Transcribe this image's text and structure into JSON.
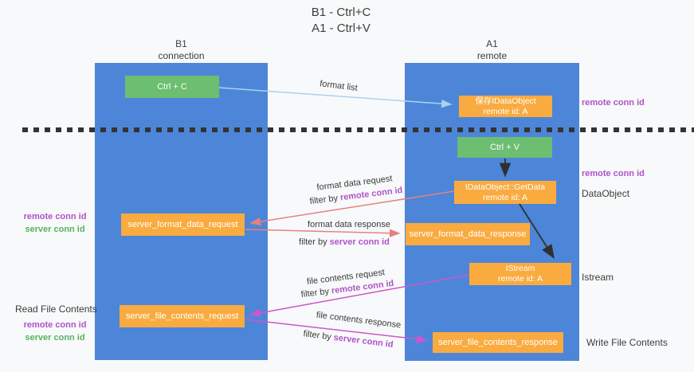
{
  "title": {
    "line1": "B1 - Ctrl+C",
    "line2": "A1 - Ctrl+V"
  },
  "lanes": {
    "left": {
      "name": "B1",
      "role": "connection"
    },
    "right": {
      "name": "A1",
      "role": "remote"
    }
  },
  "boxes": {
    "ctrl_c": "Ctrl + C",
    "ctrl_v": "Ctrl + V",
    "save_idataobject": {
      "line1": "保存IDataObject",
      "line2": "remote id: A"
    },
    "getdata": {
      "line1": "IDataObject::GetData",
      "line2": "remote id: A"
    },
    "istream": {
      "line1": "IStream",
      "line2": "remote id: A"
    },
    "server_format_data_request": "server_format_data_request",
    "server_format_data_response": "server_format_data_response",
    "server_file_contents_request": "server_file_contents_request",
    "server_file_contents_response": "server_file_contents_response"
  },
  "arrow_labels": {
    "format_list": "format list",
    "format_data_request": "format data request",
    "format_data_response": "format data response",
    "file_contents_request": "file contents request",
    "file_contents_response": "file contents response",
    "filter_by": "filter by ",
    "remote_conn_id": "remote conn id",
    "server_conn_id": "server conn id"
  },
  "side_labels": {
    "remote_conn_id": "remote conn id",
    "server_conn_id": "server conn id",
    "read_file_contents": "Read File Contents",
    "write_file_contents": "Write File Contents",
    "dataobject": "DataObject",
    "istream": "Istream"
  },
  "colors": {
    "background": "#f8f9fa",
    "lane_blue": "#4d86d8",
    "box_green": "#6cbe70",
    "box_orange": "#f9ab40",
    "arrow_lightblue": "#a9d2ee",
    "arrow_salmon": "#e88080",
    "arrow_magenta": "#cf55cd",
    "arrow_black": "#303030",
    "text_purple": "#b052c8",
    "text_green": "#55b45e",
    "text_dark": "#3c3c3c"
  }
}
